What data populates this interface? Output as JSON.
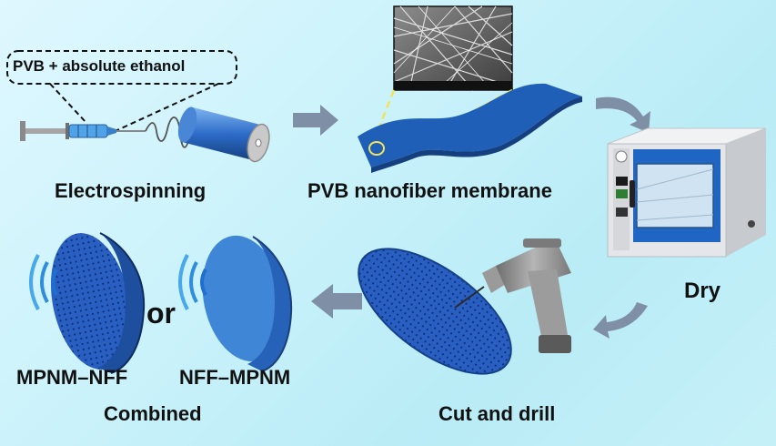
{
  "labels": {
    "solution": "PVB + absolute ethanol",
    "electrospinning": "Electrospinning",
    "membrane": "PVB nanofiber membrane",
    "dry": "Dry",
    "cut_drill": "Cut and drill",
    "combined": "Combined",
    "mpnm_nff": "MPNM–NFF",
    "nff_mpnm": "NFF–MPNM",
    "or": "or"
  },
  "colors": {
    "background": "#c9f1f9",
    "membrane_blue": "#1f5fb8",
    "arrow_gray": "#7e8fa6",
    "oven_body": "#e4e6ea",
    "oven_door": "#1f66c4"
  }
}
